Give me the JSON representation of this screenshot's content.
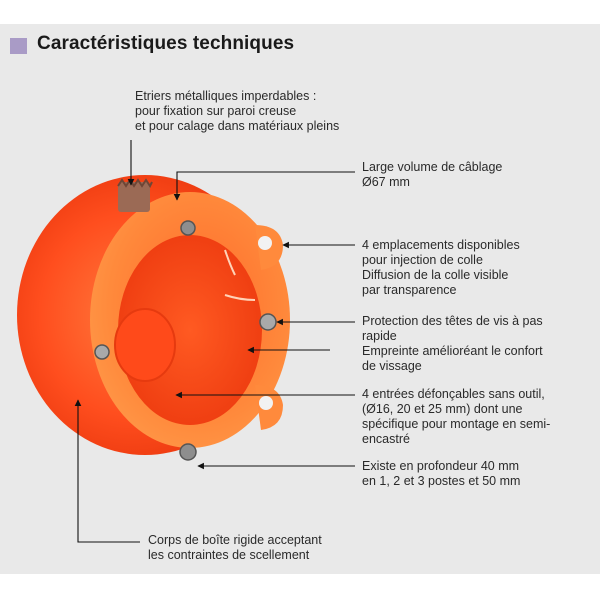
{
  "title": "Caractéristiques techniques",
  "colors": {
    "panel_background": "#e9e9e9",
    "title_marker": "#a99bc6",
    "box_body": "#ff4a1a",
    "box_rim": "#ff7a33",
    "leader_lines": "#111111"
  },
  "annotations": {
    "etriers": [
      "Etriers métalliques imperdables :",
      "pour fixation sur paroi creuse",
      "et pour calage dans matériaux pleins"
    ],
    "volume": [
      "Large volume de câblage",
      "Ø67 mm"
    ],
    "colle": [
      "4 emplacements disponibles",
      "pour injection de colle",
      "Diffusion de la colle visible",
      "par transparence"
    ],
    "vis": [
      "Protection des têtes de vis à pas",
      "rapide",
      "Empreinte amélioré​ant le confort",
      "de vissage"
    ],
    "entrees": [
      "4 entrées défonçables sans outil,",
      "(Ø16, 20 et 25 mm) dont une",
      "spécifique pour montage en semi-",
      "encastré"
    ],
    "profondeur": [
      "Existe en profondeur 40 mm",
      "en 1, 2 et 3 postes et 50 mm"
    ],
    "corps": [
      "Corps de boîte rigide acceptant",
      "les contraintes de scellement"
    ]
  }
}
